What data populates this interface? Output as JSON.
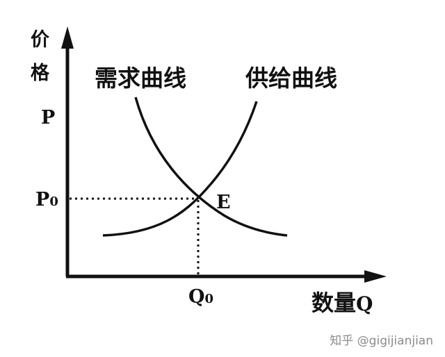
{
  "y_axis_label_line1": "价",
  "y_axis_label_line2": "格",
  "y_axis_symbol": "P",
  "demand_label": "需求曲线",
  "supply_label": "供给曲线",
  "price_equilibrium_label": "P",
  "price_equilibrium_subscript": "0",
  "equilibrium_point_label": "E",
  "quantity_equilibrium_label": "Q",
  "quantity_equilibrium_subscript": "0",
  "x_axis_label_text": "数量",
  "x_axis_label_symbol": "Q",
  "watermark": "知乎 @gigijianjian",
  "colors": {
    "line": "#111111",
    "background": "#ffffff",
    "watermark": "#8a8a8a"
  }
}
